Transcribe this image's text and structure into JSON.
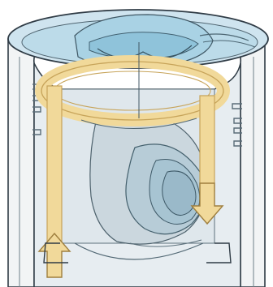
{
  "diagram": {
    "colors": {
      "background": "#ffffff",
      "liner_fill": "#eef1f2",
      "piston_metal": "#dde5ea",
      "piston_shadow": "#a9b8c2",
      "crown_blue": "#b8d9e8",
      "bowl_blue": "#8fc3da",
      "gallery_yellow": "#f1d99a",
      "gallery_edge": "#c7a45a",
      "outline": "#2f3b45",
      "ring_groove": "#5a6d78"
    },
    "flow_arrows": [
      {
        "direction": "up",
        "color_key": "gallery_yellow"
      },
      {
        "direction": "down",
        "color_key": "gallery_yellow"
      }
    ]
  }
}
